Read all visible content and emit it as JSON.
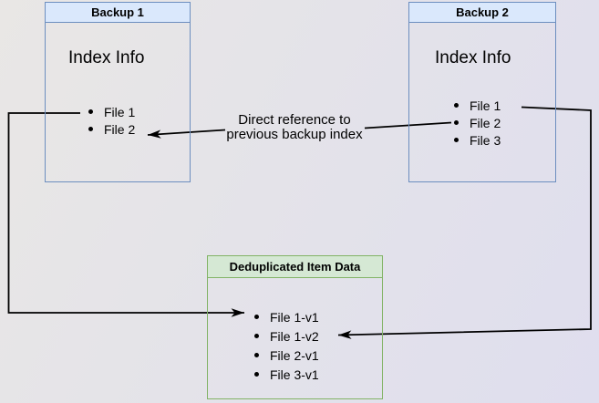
{
  "diagram": {
    "backup1": {
      "title": "Backup 1",
      "body_label": "Index Info",
      "files": [
        "File 1",
        "File 2"
      ]
    },
    "backup2": {
      "title": "Backup 2",
      "body_label": "Index Info",
      "files": [
        "File 1",
        "File 2",
        "File 3"
      ]
    },
    "dedup": {
      "title": "Deduplicated Item Data",
      "files": [
        "File 1-v1",
        "File 1-v2",
        "File 2-v1",
        "File 3-v1"
      ]
    },
    "annotation": {
      "line1": "Direct reference to",
      "line2": "previous backup index"
    },
    "colors": {
      "blue_fill": "#dae8fc",
      "blue_border": "#6c8ebf",
      "green_fill": "#d5e8d4",
      "green_border": "#82b366",
      "arrow": "#000000"
    }
  }
}
